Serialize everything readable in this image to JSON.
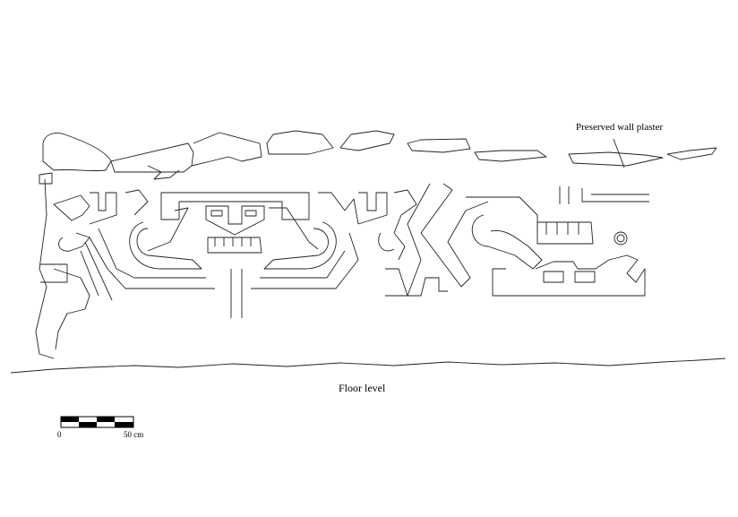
{
  "labels": {
    "preserved_plaster": "Preserved wall plaster",
    "floor": "Floor level"
  },
  "scale_bar": {
    "start_label": "0",
    "end_label": "50 cm",
    "length_cm": 50,
    "segments": 4
  },
  "colors": {
    "line": "#222222",
    "background": "#ffffff"
  }
}
